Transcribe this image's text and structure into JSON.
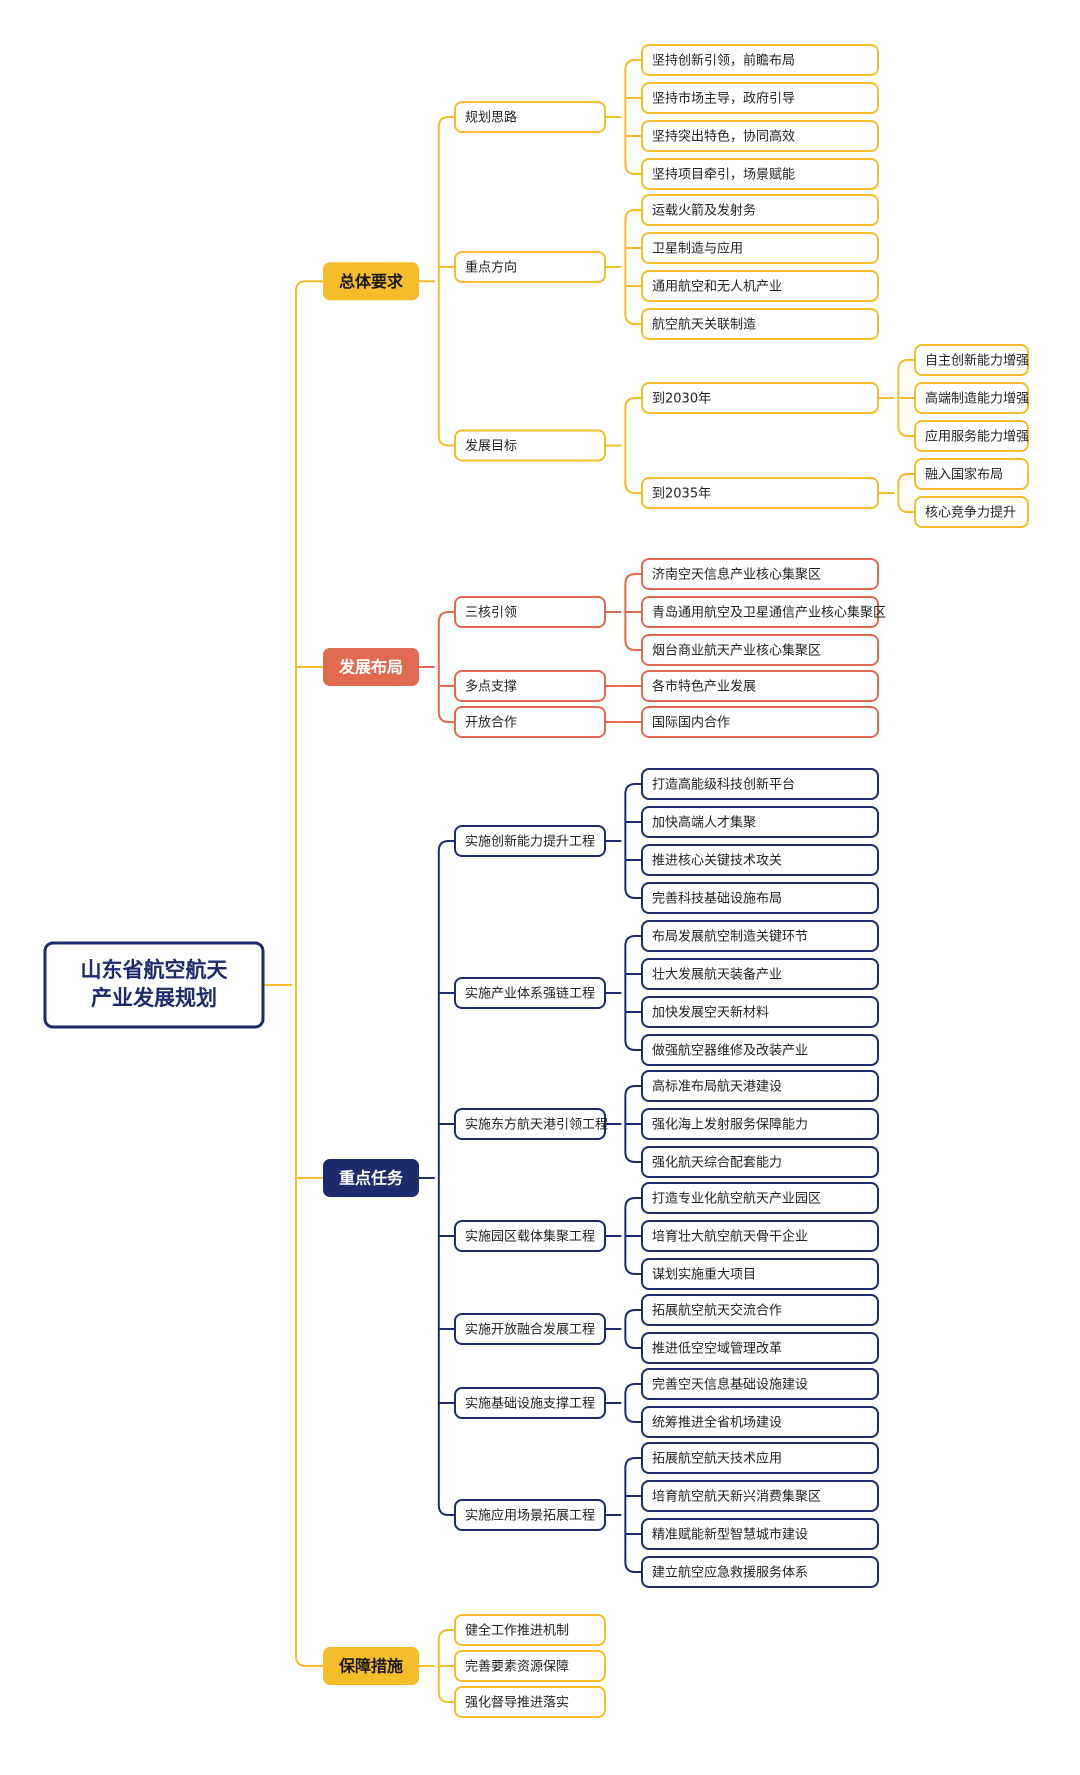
{
  "root": {
    "line1": "山东省航空航天",
    "line2": "产业发展规划",
    "color": "#1d2a6b"
  },
  "categories": [
    {
      "label": "总体要求",
      "color": "#f5bd2a",
      "text_color": "#1a1a1a",
      "items": [
        {
          "label": "规划思路",
          "children": [
            {
              "label": "坚持创新引领，前瞻布局"
            },
            {
              "label": "坚持市场主导，政府引导"
            },
            {
              "label": "坚持突出特色，协同高效"
            },
            {
              "label": "坚持项目牵引，场景赋能"
            }
          ]
        },
        {
          "label": "重点方向",
          "children": [
            {
              "label": "运载火箭及发射务"
            },
            {
              "label": "卫星制造与应用"
            },
            {
              "label": "通用航空和无人机产业"
            },
            {
              "label": "航空航天关联制造"
            }
          ]
        },
        {
          "label": "发展目标",
          "children": [
            {
              "label": "到2030年",
              "children": [
                {
                  "label": "自主创新能力增强"
                },
                {
                  "label": "高端制造能力增强"
                },
                {
                  "label": "应用服务能力增强"
                }
              ]
            },
            {
              "label": "到2035年",
              "children": [
                {
                  "label": "融入国家布局"
                },
                {
                  "label": "核心竞争力提升"
                }
              ]
            }
          ]
        }
      ]
    },
    {
      "label": "发展布局",
      "color": "#e06b50",
      "text_color": "#ffffff",
      "items": [
        {
          "label": "三核引领",
          "children": [
            {
              "label": "济南空天信息产业核心集聚区"
            },
            {
              "label": "青岛通用航空及卫星通信产业核心集聚区"
            },
            {
              "label": "烟台商业航天产业核心集聚区"
            }
          ]
        },
        {
          "label": "多点支撑",
          "children": [
            {
              "label": "各市特色产业发展"
            }
          ]
        },
        {
          "label": "开放合作",
          "children": [
            {
              "label": "国际国内合作"
            }
          ]
        }
      ]
    },
    {
      "label": "重点任务",
      "color": "#1d2a6b",
      "text_color": "#ffffff",
      "items": [
        {
          "label": "实施创新能力提升工程",
          "children": [
            {
              "label": "打造高能级科技创新平台"
            },
            {
              "label": "加快高端人才集聚"
            },
            {
              "label": "推进核心关键技术攻关"
            },
            {
              "label": "完善科技基础设施布局"
            }
          ]
        },
        {
          "label": "实施产业体系强链工程",
          "children": [
            {
              "label": "布局发展航空制造关键环节"
            },
            {
              "label": "壮大发展航天装备产业"
            },
            {
              "label": "加快发展空天新材料"
            },
            {
              "label": "做强航空器维修及改装产业"
            }
          ]
        },
        {
          "label": "实施东方航天港引领工程",
          "children": [
            {
              "label": "高标准布局航天港建设"
            },
            {
              "label": "强化海上发射服务保障能力"
            },
            {
              "label": "强化航天综合配套能力"
            }
          ]
        },
        {
          "label": "实施园区载体集聚工程",
          "children": [
            {
              "label": "打造专业化航空航天产业园区"
            },
            {
              "label": "培育壮大航空航天骨干企业"
            },
            {
              "label": "谋划实施重大项目"
            }
          ]
        },
        {
          "label": "实施开放融合发展工程",
          "children": [
            {
              "label": "拓展航空航天交流合作"
            },
            {
              "label": "推进低空空域管理改革"
            }
          ]
        },
        {
          "label": "实施基础设施支撑工程",
          "children": [
            {
              "label": "完善空天信息基础设施建设"
            },
            {
              "label": "统筹推进全省机场建设"
            }
          ]
        },
        {
          "label": "实施应用场景拓展工程",
          "children": [
            {
              "label": "拓展航空航天技术应用"
            },
            {
              "label": "培育航空航天新兴消费集聚区"
            },
            {
              "label": "精准赋能新型智慧城市建设"
            },
            {
              "label": "建立航空应急救援服务体系"
            }
          ]
        }
      ]
    },
    {
      "label": "保障措施",
      "color": "#f5bd2a",
      "text_color": "#1a1a1a",
      "items": [
        {
          "label": "健全工作推进机制"
        },
        {
          "label": "完善要素资源保障"
        },
        {
          "label": "强化督导推进落实"
        }
      ]
    }
  ]
}
